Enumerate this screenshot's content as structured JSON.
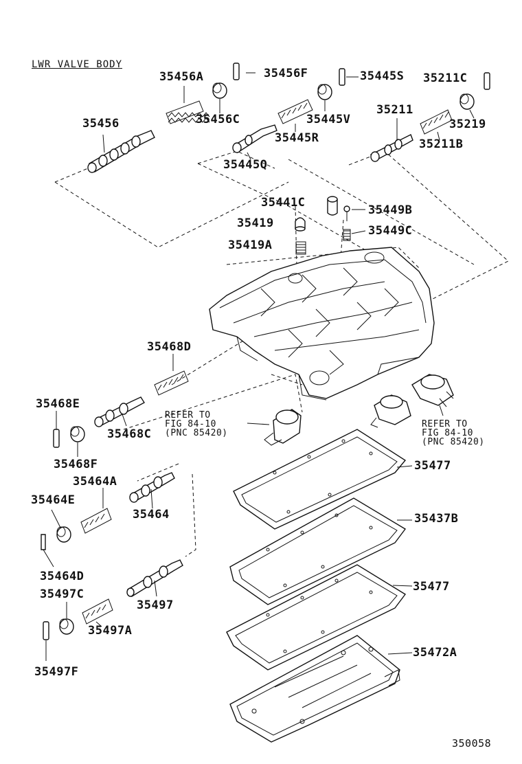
{
  "diagram": {
    "title": "LWR VALVE BODY",
    "figure_number": "350058",
    "parts": {
      "p35456A": "35456A",
      "p35456F": "35456F",
      "p35445S": "35445S",
      "p35211C": "35211C",
      "p35456": "35456",
      "p35456C": "35456C",
      "p35445V": "35445V",
      "p35211": "35211",
      "p35219": "35219",
      "p35445R": "35445R",
      "p35211B": "35211B",
      "p35445Q": "35445Q",
      "p35441C": "35441C",
      "p35449B": "35449B",
      "p35419": "35419",
      "p35449C": "35449C",
      "p35419A": "35419A",
      "p35468D": "35468D",
      "p35468E": "35468E",
      "p35468C": "35468C",
      "p35468F": "35468F",
      "p35464A": "35464A",
      "p35464E": "35464E",
      "p35464": "35464",
      "p35464D": "35464D",
      "p35497C": "35497C",
      "p35497": "35497",
      "p35497A": "35497A",
      "p35497F": "35497F",
      "p35477a": "35477",
      "p35437B": "35437B",
      "p35477b": "35477",
      "p35472A": "35472A"
    },
    "refer_left": "REFER TO\nFIG 84-10\n(PNC 85420)",
    "refer_right": "REFER TO\nFIG 84-10\n(PNC 85420)"
  }
}
